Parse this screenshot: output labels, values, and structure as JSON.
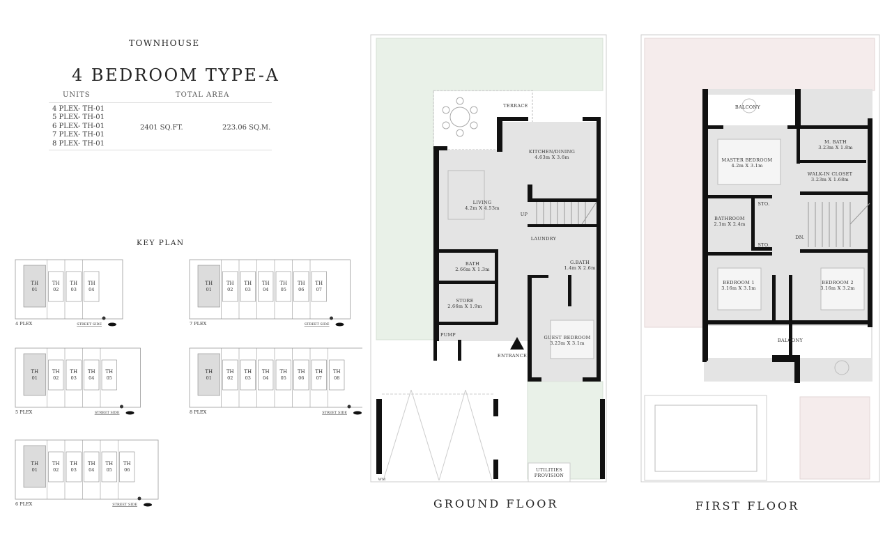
{
  "header": {
    "kicker": "TOWNHOUSE",
    "title": "4 BEDROOM TYPE-A",
    "units_header": "UNITS",
    "area_header": "TOTAL AREA",
    "units": [
      "4 PLEX- TH-01",
      "5 PLEX- TH-01",
      "6 PLEX- TH-01",
      "7 PLEX- TH-01",
      "8 PLEX- TH-01"
    ],
    "area_sqft": "2401 SQ.FT.",
    "area_sqm": "223.06 SQ.M."
  },
  "key_plan": {
    "title": "KEY PLAN",
    "street_label": "STREET SIDE",
    "unit_prefix": "TH",
    "highlight_color": "#dcdcdc",
    "plexes": [
      {
        "label": "4 PLEX",
        "units": [
          "01",
          "02",
          "03",
          "04"
        ]
      },
      {
        "label": "7 PLEX",
        "units": [
          "01",
          "02",
          "03",
          "04",
          "05",
          "06",
          "07"
        ]
      },
      {
        "label": "5 PLEX",
        "units": [
          "01",
          "02",
          "03",
          "04",
          "05"
        ]
      },
      {
        "label": "8 PLEX",
        "units": [
          "01",
          "02",
          "03",
          "04",
          "05",
          "06",
          "07",
          "08"
        ]
      },
      {
        "label": "6 PLEX",
        "units": [
          "01",
          "02",
          "03",
          "04",
          "05",
          "06"
        ]
      }
    ]
  },
  "ground_floor": {
    "title": "GROUND FLOOR",
    "garden_color": "#e9f1e8",
    "rooms": {
      "terrace": "TERRACE",
      "kitchen": "KITCHEN/DINING",
      "kitchen_dim": "4.63m X 3.6m",
      "living": "LIVING",
      "living_dim": "4.2m X 4.53m",
      "up": "UP",
      "laundry": "LAUNDRY",
      "bath": "BATH",
      "bath_dim": "2.66m X 1.3m",
      "gbath": "G.BATH",
      "gbath_dim": "1.4m X 2.6m",
      "store": "STORE",
      "store_dim": "2.66m X 1.9m",
      "pump": "PUMP",
      "entrance": "ENTRANCE",
      "guest": "GUEST BEDROOM",
      "guest_dim": "3.23m X 3.1m",
      "utilities": "UTILITIES",
      "provision": "PROVISION",
      "wm": "WM"
    }
  },
  "first_floor": {
    "title": "FIRST FLOOR",
    "garden_color": "#f5ecec",
    "rooms": {
      "balcony_top": "BALCONY",
      "mbath": "M. BATH",
      "mbath_dim": "3.23m X 1.8m",
      "master": "MASTER BEDROOM",
      "master_dim": "4.2m X 3.1m",
      "closet": "WALK-IN CLOSET",
      "closet_dim": "3.23m X 1.68m",
      "sto1": "STO.",
      "sto2": "STO.",
      "bathroom": "BATHROOM",
      "bathroom_dim": "2.1m X 2.4m",
      "dn": "DN.",
      "bed1": "BEDROOM 1",
      "bed1_dim": "3.16m X 3.1m",
      "bed2": "BEDROOM 2",
      "bed2_dim": "3.16m X 3.2m",
      "balcony_bottom": "BALCONY"
    }
  }
}
